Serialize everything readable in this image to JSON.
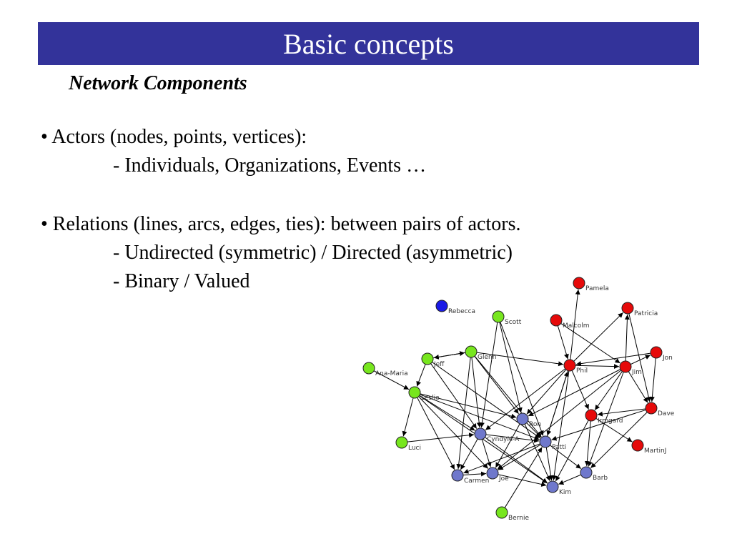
{
  "title": "Basic concepts",
  "subtitle": "Network Components",
  "bullets": {
    "actors": "• Actors (nodes, points, vertices):",
    "actors_sub": "- Individuals, Organizations, Events …",
    "relations": "• Relations (lines, arcs, edges, ties): between pairs of actors.",
    "relations_sub1": "- Undirected (symmetric) / Directed (asymmetric)",
    "relations_sub2": "- Binary / Valued"
  },
  "colors": {
    "title_bar": "#33339a",
    "green_node": "#77e61e",
    "red_node": "#e60a0a",
    "purple_node": "#6f78cc",
    "blue_node": "#1a1ae6"
  },
  "network": {
    "nodes": [
      {
        "id": "Pamela",
        "label": "Pamela",
        "group": "red"
      },
      {
        "id": "Patricia",
        "label": "Patricia",
        "group": "red"
      },
      {
        "id": "Malcolm",
        "label": "Malcolm",
        "group": "red"
      },
      {
        "id": "Jon",
        "label": "Jon",
        "group": "red"
      },
      {
        "id": "Phil",
        "label": "Phil",
        "group": "red"
      },
      {
        "id": "Jim",
        "label": "Jim",
        "group": "red"
      },
      {
        "id": "Dave",
        "label": "Dave",
        "group": "red"
      },
      {
        "id": "Irmgard",
        "label": "Irmgard",
        "group": "red"
      },
      {
        "id": "MartinJ",
        "label": "MartinJ",
        "group": "red"
      },
      {
        "id": "Rebecca",
        "label": "Rebecca",
        "group": "blue"
      },
      {
        "id": "Scott",
        "label": "Scott",
        "group": "green"
      },
      {
        "id": "Glenn",
        "label": "Glenn",
        "group": "green"
      },
      {
        "id": "Jeff",
        "label": "Jeff",
        "group": "green"
      },
      {
        "id": "AnaMaria",
        "label": "Ana-Maria",
        "group": "green"
      },
      {
        "id": "Leslie",
        "label": "Leslie",
        "group": "green"
      },
      {
        "id": "Luci",
        "label": "Luci",
        "group": "green"
      },
      {
        "id": "Bernie",
        "label": "Bernie",
        "group": "green"
      },
      {
        "id": "Ron",
        "label": "Ron",
        "group": "purple"
      },
      {
        "id": "Cyndy",
        "label": "CyndyM-A",
        "group": "purple"
      },
      {
        "id": "Patti",
        "label": "Patti",
        "group": "purple"
      },
      {
        "id": "Carmen",
        "label": "Carmen",
        "group": "purple"
      },
      {
        "id": "Joe",
        "label": "Joe",
        "group": "purple"
      },
      {
        "id": "Kim",
        "label": "Kim",
        "group": "purple"
      },
      {
        "id": "Barb",
        "label": "Barb",
        "group": "purple"
      }
    ],
    "edges": [
      [
        "Phil",
        "Pamela"
      ],
      [
        "Malcolm",
        "Phil"
      ],
      [
        "Malcolm",
        "Jim"
      ],
      [
        "Jim",
        "Patricia"
      ],
      [
        "Phil",
        "Patricia"
      ],
      [
        "Jim",
        "Jon"
      ],
      [
        "Jon",
        "Dave"
      ],
      [
        "Jim",
        "Dave"
      ],
      [
        "Patricia",
        "Dave"
      ],
      [
        "Phil",
        "Jim"
      ],
      [
        "Jon",
        "Phil"
      ],
      [
        "Jim",
        "Irmgard"
      ],
      [
        "Phil",
        "Irmgard"
      ],
      [
        "Irmgard",
        "MartinJ"
      ],
      [
        "Dave",
        "Irmgard"
      ],
      [
        "Jim",
        "Ron"
      ],
      [
        "Phil",
        "Patti"
      ],
      [
        "Patti",
        "Phil"
      ],
      [
        "Dave",
        "Barb"
      ],
      [
        "Irmgard",
        "Barb"
      ],
      [
        "Jim",
        "Barb"
      ],
      [
        "Phil",
        "Cyndy"
      ],
      [
        "Phil",
        "Ron"
      ],
      [
        "Dave",
        "Patti"
      ],
      [
        "Irmgard",
        "Kim"
      ],
      [
        "Scott",
        "Ron"
      ],
      [
        "Scott",
        "Cyndy"
      ],
      [
        "Glenn",
        "Jeff"
      ],
      [
        "Jeff",
        "Glenn"
      ],
      [
        "Glenn",
        "Phil"
      ],
      [
        "Glenn",
        "Ron"
      ],
      [
        "Glenn",
        "Cyndy"
      ],
      [
        "Glenn",
        "Carmen"
      ],
      [
        "Glenn",
        "Patti"
      ],
      [
        "Jeff",
        "Leslie"
      ],
      [
        "Leslie",
        "Luci"
      ],
      [
        "AnaMaria",
        "Leslie"
      ],
      [
        "Leslie",
        "Ron"
      ],
      [
        "Leslie",
        "Patti"
      ],
      [
        "Leslie",
        "Cyndy"
      ],
      [
        "Leslie",
        "Carmen"
      ],
      [
        "Leslie",
        "Joe"
      ],
      [
        "Jeff",
        "Cyndy"
      ],
      [
        "Jeff",
        "Patti"
      ],
      [
        "Cyndy",
        "Patti"
      ],
      [
        "Ron",
        "Patti"
      ],
      [
        "Cyndy",
        "Joe"
      ],
      [
        "Cyndy",
        "Carmen"
      ],
      [
        "Ron",
        "Joe"
      ],
      [
        "Patti",
        "Joe"
      ],
      [
        "Patti",
        "Kim"
      ],
      [
        "Patti",
        "Barb"
      ],
      [
        "Barb",
        "Kim"
      ],
      [
        "Joe",
        "Kim"
      ],
      [
        "Carmen",
        "Joe"
      ],
      [
        "Patti",
        "Carmen"
      ],
      [
        "Bernie",
        "Patti"
      ],
      [
        "Ron",
        "Kim"
      ],
      [
        "Cyndy",
        "Kim"
      ],
      [
        "Jim",
        "Joe"
      ],
      [
        "Phil",
        "Kim"
      ],
      [
        "Luci",
        "Cyndy"
      ],
      [
        "Scott",
        "Patti"
      ],
      [
        "Leslie",
        "Kim"
      ]
    ]
  }
}
